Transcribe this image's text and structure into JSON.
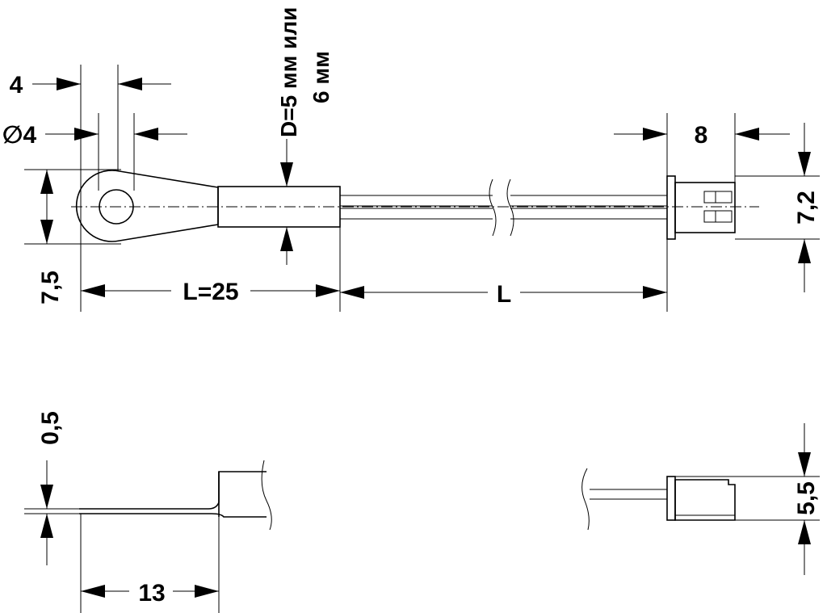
{
  "drawing": {
    "dim_slot_width": "4",
    "dim_hole_diameter": "∅4",
    "dim_sleeve_diameter_line1": "D=5 мм или",
    "dim_sleeve_diameter_line2": "6 мм",
    "dim_connector_length": "8",
    "dim_connector_height": "7,2",
    "dim_lug_width": "7,5",
    "dim_probe_length": "L=25",
    "dim_cable_length": "L",
    "dim_lug_thickness": "0,5",
    "dim_lug_flat_length": "13",
    "dim_connector_side_height": "5,5"
  }
}
